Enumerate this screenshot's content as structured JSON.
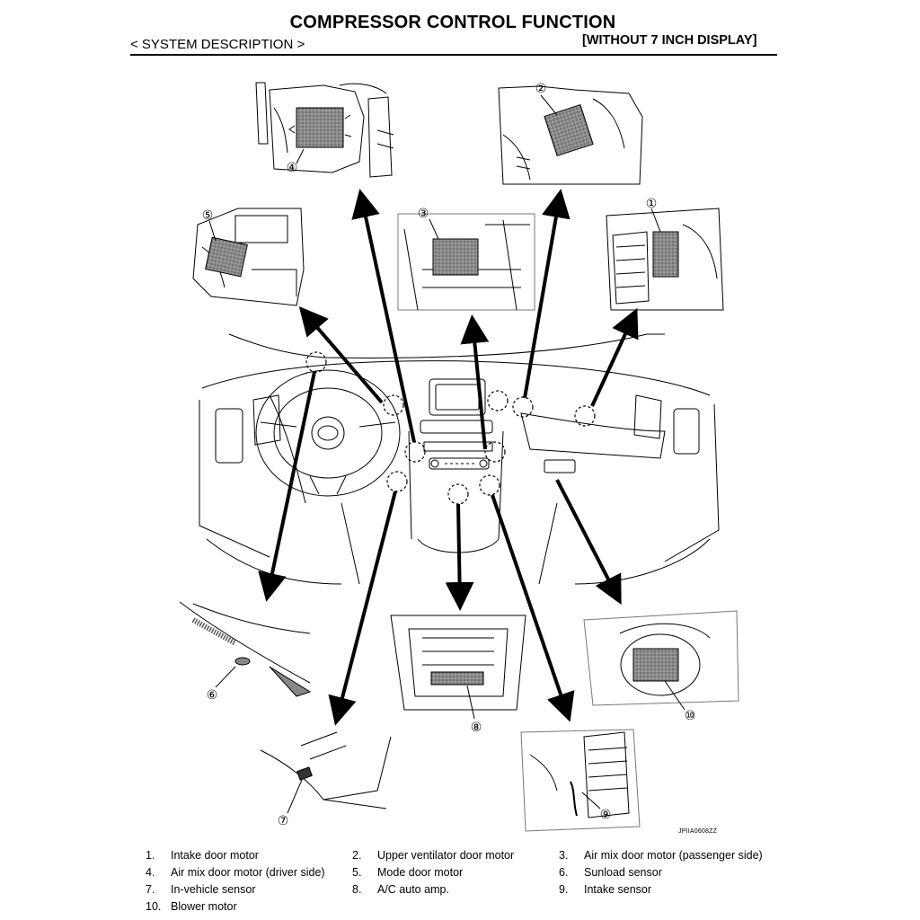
{
  "header": {
    "title": "COMPRESSOR CONTROL FUNCTION",
    "subtitle": "< SYSTEM DESCRIPTION >",
    "tag": "[WITHOUT 7 INCH DISPLAY]"
  },
  "figure": {
    "code": "JPIIA0608ZZ",
    "markers": [
      "①",
      "②",
      "③",
      "④",
      "⑤",
      "⑥",
      "⑦",
      "⑧",
      "⑨",
      "⑩"
    ]
  },
  "legend": [
    {
      "num": "1.",
      "label": "Intake door motor"
    },
    {
      "num": "2.",
      "label": "Upper ventilator door motor"
    },
    {
      "num": "3.",
      "label": "Air mix door motor (passenger side)"
    },
    {
      "num": "4.",
      "label": "Air mix door motor (driver side)"
    },
    {
      "num": "5.",
      "label": "Mode door motor"
    },
    {
      "num": "6.",
      "label": "Sunload sensor"
    },
    {
      "num": "7.",
      "label": "In-vehicle sensor"
    },
    {
      "num": "8.",
      "label": "A/C auto amp."
    },
    {
      "num": "9.",
      "label": "Intake sensor"
    },
    {
      "num": "10.",
      "label": "Blower motor"
    }
  ]
}
